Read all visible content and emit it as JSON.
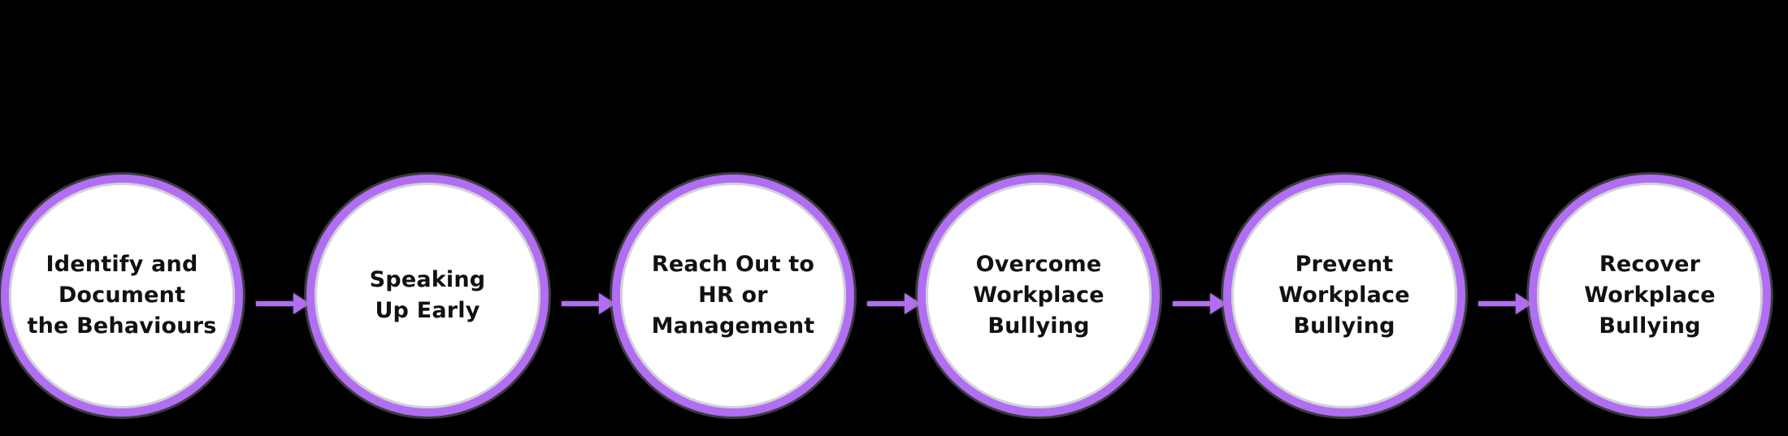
{
  "diagram": {
    "steps": [
      {
        "label": "Identify and\nDocument\nthe Behaviours"
      },
      {
        "label": "Speaking\nUp Early"
      },
      {
        "label": "Reach Out to\nHR or\nManagement"
      },
      {
        "label": "Overcome\nWorkplace\nBullying"
      },
      {
        "label": "Prevent\nWorkplace\nBullying"
      },
      {
        "label": "Recover\nWorkplace\nBullying"
      }
    ],
    "connector_icon": "right-arrow"
  },
  "colors": {
    "background": "#000000",
    "circle_fill": "#ffffff",
    "accent_purple": "#b16ef2",
    "text": "#111111"
  }
}
